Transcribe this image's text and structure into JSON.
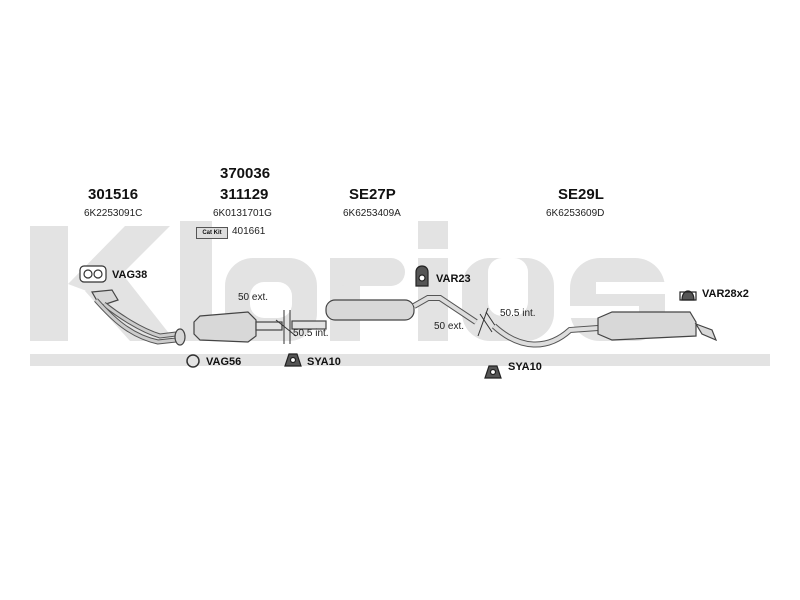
{
  "watermark": "Klarius",
  "groups": [
    {
      "part": "301516",
      "oem": "6K2253091C"
    },
    {
      "part_top": "370036",
      "part": "311129",
      "oem": "6K0131701G",
      "cat_kit_label": "Cat Kit",
      "cat_kit_number": "401661"
    },
    {
      "part": "SE27P",
      "oem": "6K6253409A"
    },
    {
      "part": "SE29L",
      "oem": "6K6253609D"
    }
  ],
  "fittings": {
    "vag38": "VAG38",
    "vag56": "VAG56",
    "sya10_a": "SYA10",
    "var23": "VAR23",
    "sya10_b": "SYA10",
    "var28": "VAR28x2"
  },
  "dimensions": {
    "ext_a": "50 ext.",
    "int_a": "50.5 int.",
    "int_b": "50.5 int.",
    "ext_b": "50 ext."
  }
}
